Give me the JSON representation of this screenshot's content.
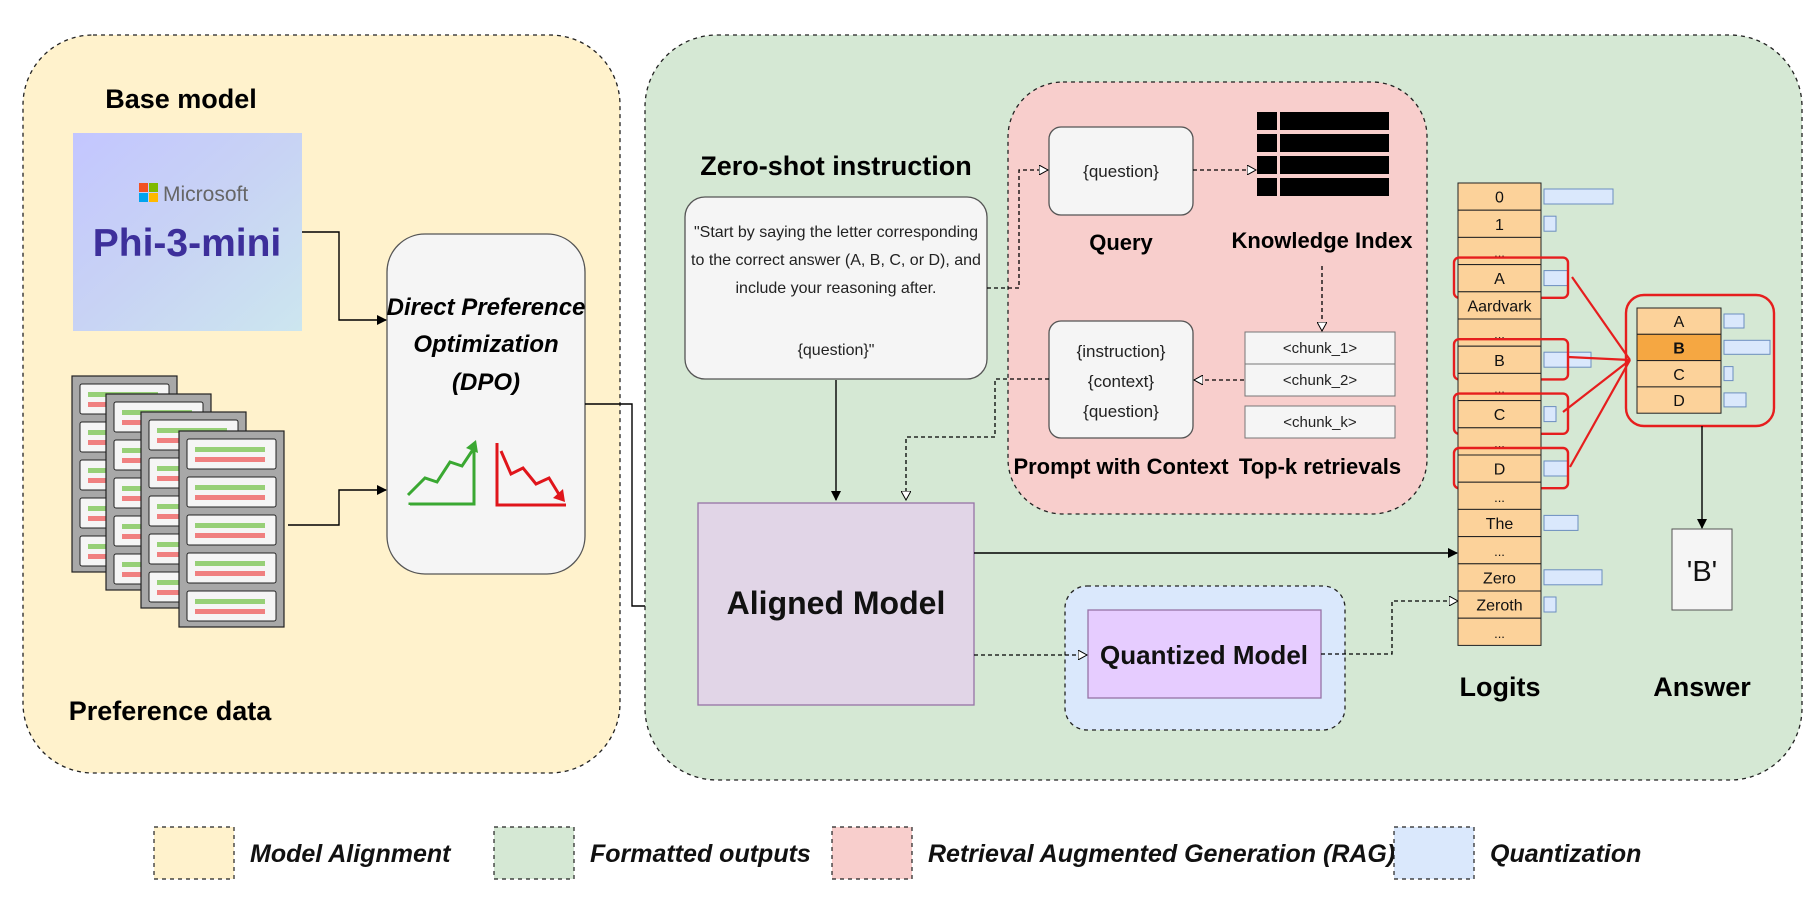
{
  "alignment": {
    "base_model_label": "Base model",
    "logo_vendor": "Microsoft",
    "logo_model": "Phi-3-mini",
    "preference_data_label": "Preference data",
    "dpo_line1": "Direct Preference",
    "dpo_line2": "Optimization",
    "dpo_line3": "(DPO)"
  },
  "formatted": {
    "zero_shot_title": "Zero-shot instruction",
    "instruction_line1": "\"Start by saying the letter corresponding",
    "instruction_line2": "to the correct answer (A, B, C, or D), and",
    "instruction_line3": "include your reasoning after.",
    "instruction_line4": "{question}\"",
    "aligned_model": "Aligned Model",
    "quantized_model": "Quantized Model",
    "logits_title": "Logits",
    "answer_title": "Answer",
    "answer_value": "'B'",
    "logits_tokens": [
      "0",
      "1",
      "...",
      "A",
      "Aardvark",
      "...",
      "B",
      "...",
      "C",
      "...",
      "D",
      "...",
      "The",
      "...",
      "Zero",
      "Zeroth",
      "..."
    ],
    "answer_tokens": [
      "A",
      "B",
      "C",
      "D"
    ]
  },
  "rag": {
    "query_box": "{question}",
    "query_label": "Query",
    "index_label": "Knowledge Index",
    "prompt_line1": "{instruction}",
    "prompt_line2": "{context}",
    "prompt_line3": "{question}",
    "prompt_label": "Prompt with Context",
    "chunk1": "<chunk_1>",
    "chunk2": "<chunk_2>",
    "chunkk": "<chunk_k>",
    "topk_label": "Top-k retrievals"
  },
  "legend": {
    "items": [
      {
        "label": "Model Alignment",
        "color": "#fff2cc"
      },
      {
        "label": "Formatted outputs",
        "color": "#d5e8d4"
      },
      {
        "label": "Retrieval Augmented Generation (RAG)",
        "color": "#f8cecc"
      },
      {
        "label": "Quantization",
        "color": "#dae8fc"
      }
    ]
  },
  "colors": {
    "alignment_bg": "#fff2cc",
    "formatted_bg": "#d5e8d4",
    "rag_bg": "#f8cecc",
    "quant_bg": "#dae8fc",
    "aligned_model_bg": "#e1d5e7",
    "quantized_model_bg": "#e6ccff",
    "logit_cell": "#fcd29a",
    "highlight": "#e61e1e",
    "up_arrow": "#3aa832",
    "down_arrow": "#e0151b"
  }
}
